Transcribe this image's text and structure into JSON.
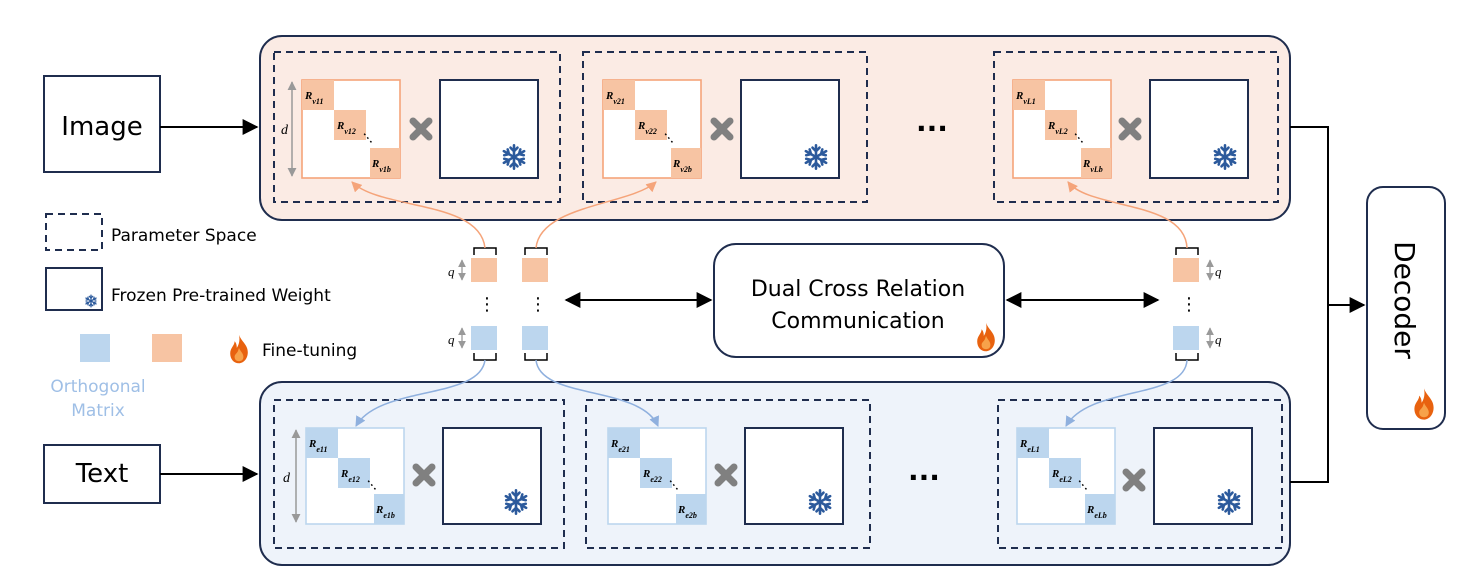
{
  "inputs": {
    "image": "Image",
    "text": "Text"
  },
  "decoder": "Decoder",
  "center": {
    "line1": "Dual Cross Relation",
    "line2": "Communication"
  },
  "legend": {
    "parameter_space": "Parameter Space",
    "frozen": "Frozen Pre-trained Weight",
    "finetune": "Fine-tuning",
    "orth_line1": "Orthogonal",
    "orth_line2": "Matrix"
  },
  "dims": {
    "d": "d",
    "q": "q"
  },
  "ellipsis": "···",
  "vdots": "⋮",
  "top_blocks": [
    {
      "r1": "R_v11",
      "r2": "R_v12",
      "rb": "R_v1b"
    },
    {
      "r1": "R_v21",
      "r2": "R_v22",
      "rb": "R_v2b"
    },
    {
      "r1": "R_vL1",
      "r2": "R_vL2",
      "rb": "R_vLb"
    }
  ],
  "bottom_blocks": [
    {
      "r1": "R_e11",
      "r2": "R_e12",
      "rb": "R_e1b"
    },
    {
      "r1": "R_e21",
      "r2": "R_e22",
      "rb": "R_e2b"
    },
    {
      "r1": "R_eL1",
      "r2": "R_eL2",
      "rb": "R_eLb"
    }
  ],
  "colors": {
    "orange": "#f7c4a3",
    "orange_line": "#f5a47a",
    "blue": "#bcd6ee",
    "blue_line": "#8fb0de",
    "navy": "#1f2d4e",
    "top_panel_bg": "#fbebe4",
    "bottom_panel_bg": "#eef3fa",
    "snow": "#2c5a9c",
    "flame": "#e8620f",
    "cross": "#808080",
    "orth_text": "#9fbfe6"
  }
}
